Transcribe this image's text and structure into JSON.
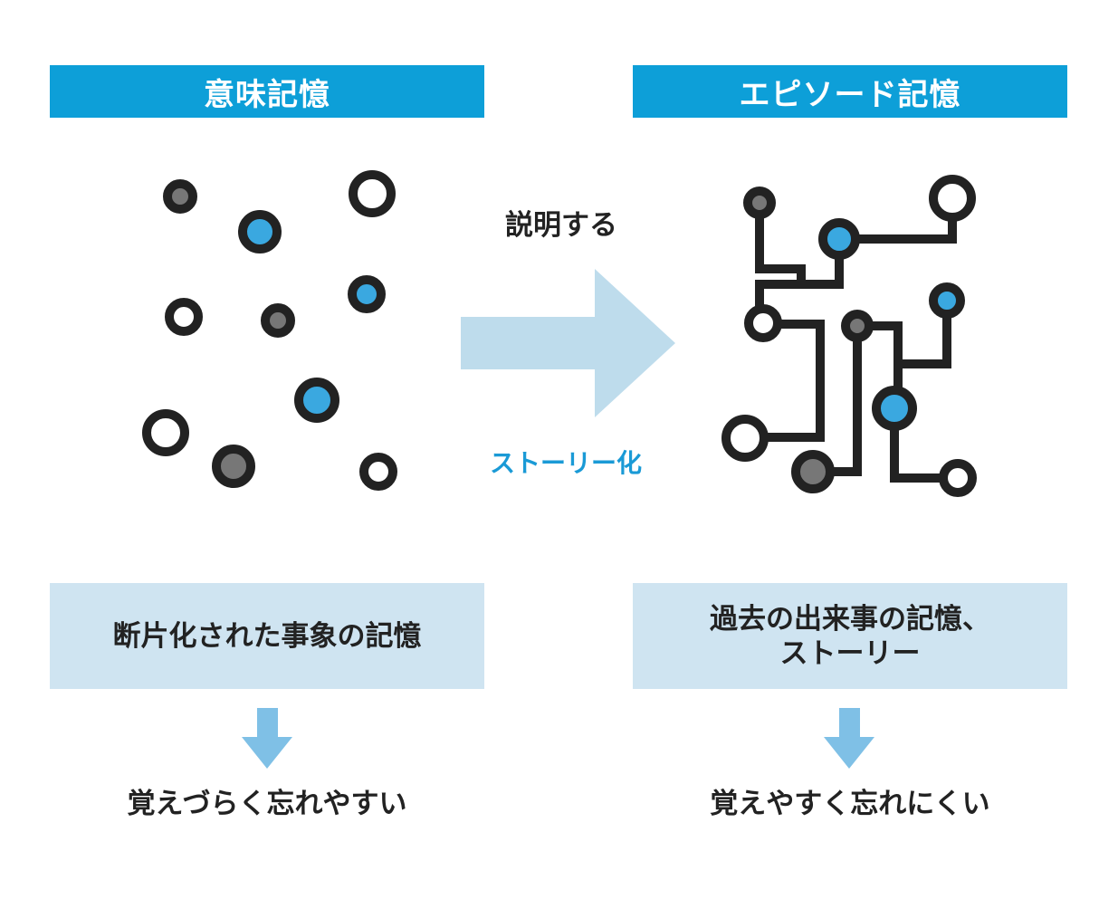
{
  "left": {
    "header": "意味記憶",
    "description": "断片化された事象の記憶",
    "result": "覚えづらく忘れやすい"
  },
  "right": {
    "header": "エピソード記憶",
    "description_line1": "過去の出来事の記憶、",
    "description_line2": "ストーリー",
    "result": "覚えやすく忘れにくい"
  },
  "transition": {
    "top_label": "説明する",
    "bottom_label": "ストーリー化"
  },
  "colors": {
    "header_bg": "#0d9fd8",
    "box_bg": "#cfe4f1",
    "arrow_big": "#bedcec",
    "arrow_small": "#7fc0e6",
    "node_ring": "#222222",
    "node_blue": "#3aa8e0",
    "node_gray": "#777777",
    "accent_text": "#1a9ad6"
  },
  "icons": {
    "scattered_nodes": "scattered-dots-icon",
    "connected_nodes": "circuit-network-icon",
    "big_arrow": "arrow-right-icon",
    "down_arrow": "arrow-down-icon"
  }
}
